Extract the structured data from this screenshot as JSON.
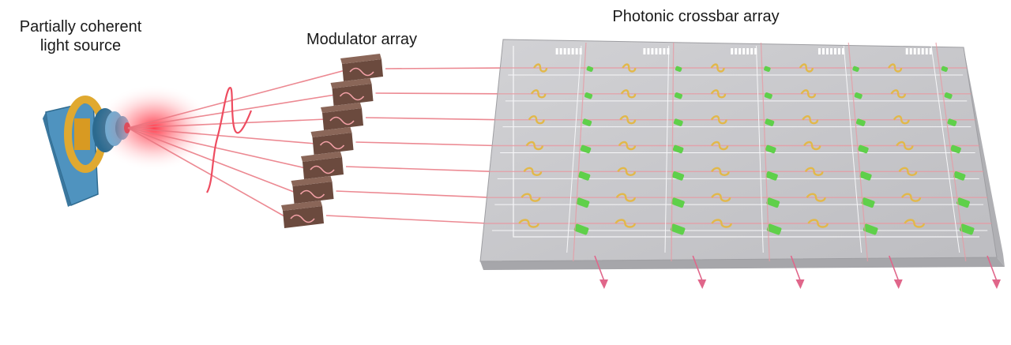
{
  "labels": {
    "source_line1": "Partially coherent",
    "source_line2": "light source",
    "modulator": "Modulator array",
    "crossbar": "Photonic crossbar array"
  },
  "diagram": {
    "modulator_count": 7,
    "crossbar_rows": 7,
    "crossbar_columns": 5,
    "output_count": 5
  },
  "colors": {
    "beam": "#e9747f",
    "beam_glow": "#ff3b4e",
    "modulator_top": "#8a6658",
    "modulator_front": "#6b4a3e",
    "modulator_wave": "#f2a0a6",
    "chip_top": "#c9c9cc",
    "chip_edge": "#a9a9ad",
    "coupler": "#e2b84a",
    "phase_shifter": "#5fd04a",
    "output_arrow": "#e0668a",
    "source_plate": "#5a9cc4",
    "source_ring": "#e0a930"
  }
}
